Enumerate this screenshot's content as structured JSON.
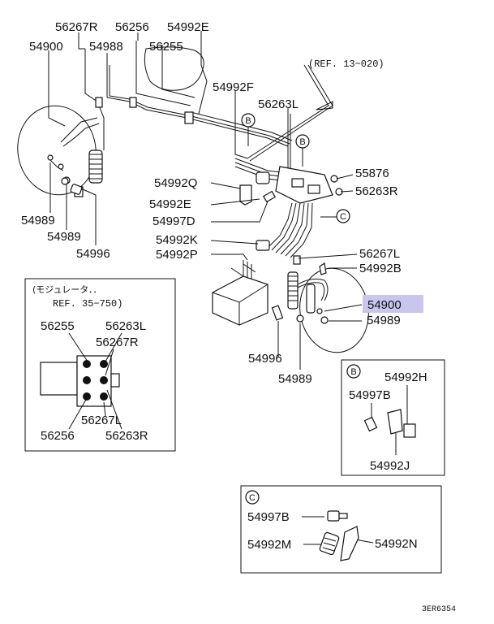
{
  "labels": {
    "l_56267R_top": "56267R",
    "l_56256_top": "56256",
    "l_54992E_top": "54992E",
    "l_54900_left": "54900",
    "l_54988": "54988",
    "l_56255_top": "56255",
    "l_54992F": "54992F",
    "l_56263L_top": "56263L",
    "l_54992Q": "54992Q",
    "l_55876": "55876",
    "l_56263R_right": "56263R",
    "l_54992E_mid": "54992E",
    "l_54997D": "54997D",
    "l_54992K": "54992K",
    "l_54992P": "54992P",
    "l_56267L_right": "56267L",
    "l_54992B": "54992B",
    "l_54900_right": "54900",
    "l_54989_right": "54989",
    "l_54996_right": "54996",
    "l_54989_bottom": "54989",
    "l_54989_left1": "54989",
    "l_54989_left2": "54989",
    "l_54996_left": "54996"
  },
  "references": {
    "ref_top": "(REF. 13−020)",
    "module_title": "(モジュレータ．．",
    "module_ref": "REF. 35−750)"
  },
  "module_inset": {
    "tl": "56255",
    "tr": "56263L",
    "mr": "56267R",
    "bl": "56256",
    "bm": "56267L",
    "br": "56263R"
  },
  "inset_b": {
    "marker": "B",
    "h": "54992H",
    "b": "54997B",
    "j": "54992J"
  },
  "inset_c": {
    "marker": "C",
    "b": "54997B",
    "m": "54992M",
    "n": "54992N"
  },
  "markers": {
    "b1": "B",
    "b2": "B",
    "c1": "C"
  },
  "footer_code": "3ER6354",
  "highlight_color": "#c8c6ee"
}
